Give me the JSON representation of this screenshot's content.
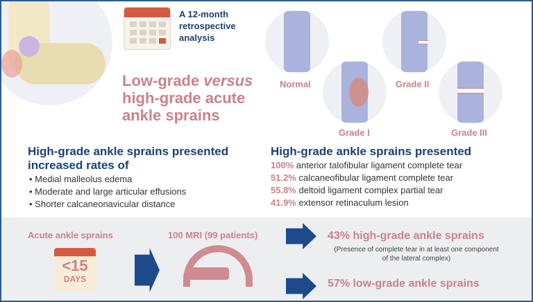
{
  "header": {
    "study_note": "A 12-month retrospective analysis",
    "title_part1": "Low-grade ",
    "title_italic": "versus",
    "title_part2": " high-grade acute ankle sprains"
  },
  "grades": {
    "normal": "Normal",
    "grade1": "Grade I",
    "grade2": "Grade II",
    "grade3": "Grade III"
  },
  "left_findings": {
    "heading": "High-grade ankle sprains presented increased rates of",
    "items": [
      "Medial malleolus edema",
      "Moderate and large articular effusions",
      "Shorter calcaneonavicular distance"
    ]
  },
  "right_findings": {
    "heading": "High-grade ankle sprains presented",
    "items": [
      {
        "pct": "100%",
        "text": " anterior talofibular ligament complete tear"
      },
      {
        "pct": "51.2%",
        "text": " calcaneofibular ligament complete tear"
      },
      {
        "pct": "55.8%",
        "text": " deltoid ligament complex partial tear"
      },
      {
        "pct": "41.9%",
        "text": " extensor retinaculum lesion"
      }
    ]
  },
  "flow": {
    "step1_label": "Acute ankle sprains",
    "calendar_value": "<15",
    "calendar_unit": "DAYS",
    "step2_label": "100 MRI (99 patients)",
    "result_high": "43% high-grade ankle sprains",
    "result_high_note": "(Presence of complete tear in at least one component of the lateral complex)",
    "result_low": "57% low-grade ankle sprains"
  },
  "colors": {
    "navy": "#1d3f74",
    "pink": "#c9828b",
    "bottom_bg": "#eceef0"
  }
}
